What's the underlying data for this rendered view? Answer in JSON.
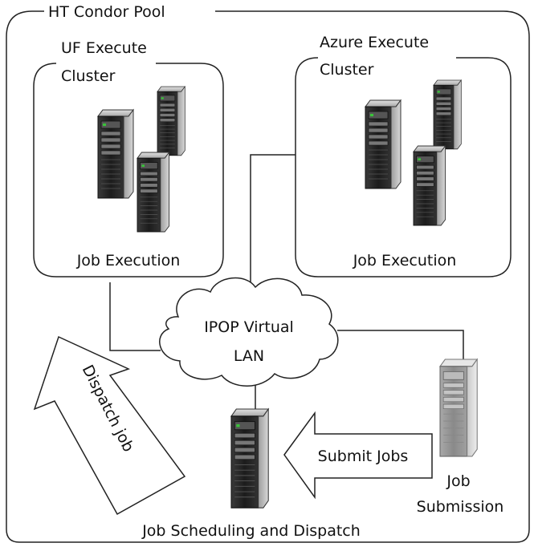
{
  "pool": {
    "title": "HT Condor Pool"
  },
  "uf_cluster": {
    "title_line1": "UF Execute",
    "title_line2": "Cluster",
    "role": "Job Execution"
  },
  "azure_cluster": {
    "title_line1": "Azure Execute",
    "title_line2": "Cluster",
    "role": "Job Execution"
  },
  "network": {
    "line1": "IPOP Virtual",
    "line2": "LAN"
  },
  "arrows": {
    "dispatch": "Dispatch job",
    "submit": "Submit Jobs"
  },
  "submission_node": {
    "line1": "Job",
    "line2": "Submission"
  },
  "scheduler_node": {
    "label": "Job Scheduling and Dispatch"
  },
  "colors": {
    "line": "#222222",
    "server_dark": "#2b2b2b",
    "server_light": "#9a9a9a",
    "led": "#39c339"
  }
}
